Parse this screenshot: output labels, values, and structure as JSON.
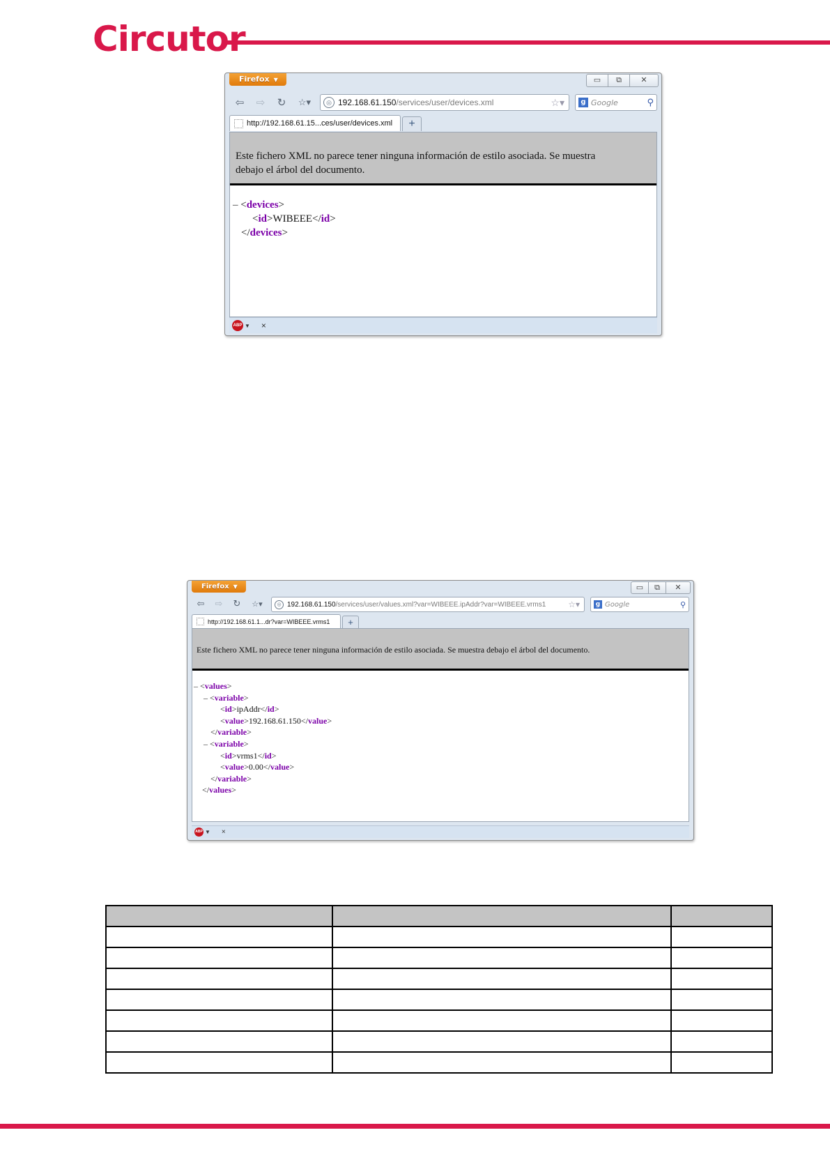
{
  "header": {
    "logo": "Circutor"
  },
  "browser1": {
    "firefox_label": "Firefox",
    "url_host": "192.168.61.150",
    "url_path": "/services/user/devices.xml",
    "search_placeholder": "Google",
    "tab_title": "http://192.168.61.15...ces/user/devices.xml",
    "notice_line1": "Este fichero XML no parece tener ninguna información de estilo asociada. Se muestra",
    "notice_line2": "debajo el árbol del documento.",
    "xml": {
      "open_devices": "devices",
      "id_tag": "id",
      "id_value": "WIBEEE",
      "close_devices": "devices"
    }
  },
  "browser2": {
    "firefox_label": "Firefox",
    "url_host": "192.168.61.150",
    "url_path": "/services/user/values.xml?var=WIBEEE.ipAddr?var=WIBEEE.vrms1",
    "search_placeholder": "Google",
    "tab_title": "http://192.168.61.1...dr?var=WIBEEE.vrms1",
    "notice": "Este fichero XML no parece tener ninguna información de estilo asociada. Se muestra debajo el árbol del documento.",
    "xml": {
      "values_tag": "values",
      "variable_tag": "variable",
      "id_tag": "id",
      "value_tag": "value",
      "var1_id": "ipAddr",
      "var1_value": "192.168.61.150",
      "var2_id": "vrms1",
      "var2_value": "0.00"
    }
  },
  "table": {
    "rows": 7
  }
}
